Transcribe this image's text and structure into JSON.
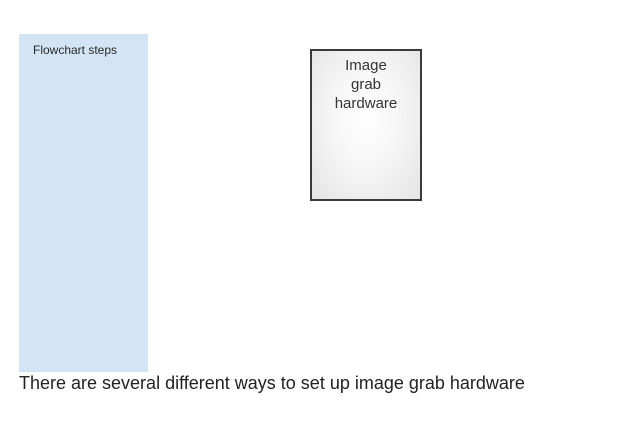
{
  "sidebar": {
    "label": "Flowchart steps"
  },
  "node": {
    "lines": [
      "Image",
      "grab",
      "hardware"
    ]
  },
  "caption": "There are several different ways to set up image grab hardware"
}
